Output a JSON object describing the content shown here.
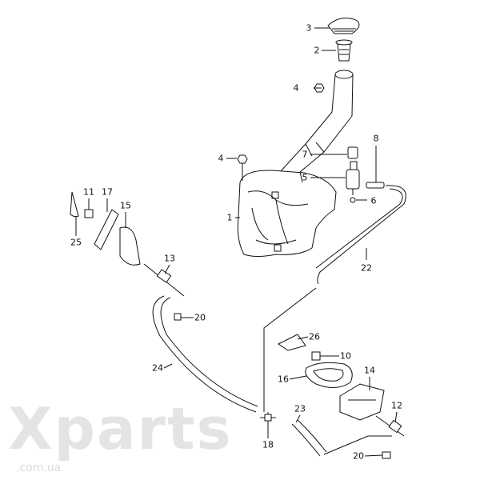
{
  "watermark": {
    "brand": "Xparts",
    "domain": ".com.ua"
  },
  "callouts": [
    {
      "id": "3",
      "label": "3"
    },
    {
      "id": "2",
      "label": "2"
    },
    {
      "id": "4a",
      "label": "4"
    },
    {
      "id": "7",
      "label": "7"
    },
    {
      "id": "8",
      "label": "8"
    },
    {
      "id": "5",
      "label": "5"
    },
    {
      "id": "6",
      "label": "6"
    },
    {
      "id": "4b",
      "label": "4"
    },
    {
      "id": "1",
      "label": "1"
    },
    {
      "id": "11",
      "label": "11"
    },
    {
      "id": "17",
      "label": "17"
    },
    {
      "id": "15",
      "label": "15"
    },
    {
      "id": "25",
      "label": "25"
    },
    {
      "id": "13",
      "label": "13"
    },
    {
      "id": "22",
      "label": "22"
    },
    {
      "id": "20a",
      "label": "20"
    },
    {
      "id": "24",
      "label": "24"
    },
    {
      "id": "26",
      "label": "26"
    },
    {
      "id": "10",
      "label": "10"
    },
    {
      "id": "16",
      "label": "16"
    },
    {
      "id": "14",
      "label": "14"
    },
    {
      "id": "12",
      "label": "12"
    },
    {
      "id": "23",
      "label": "23"
    },
    {
      "id": "18",
      "label": "18"
    },
    {
      "id": "20b",
      "label": "20"
    }
  ]
}
